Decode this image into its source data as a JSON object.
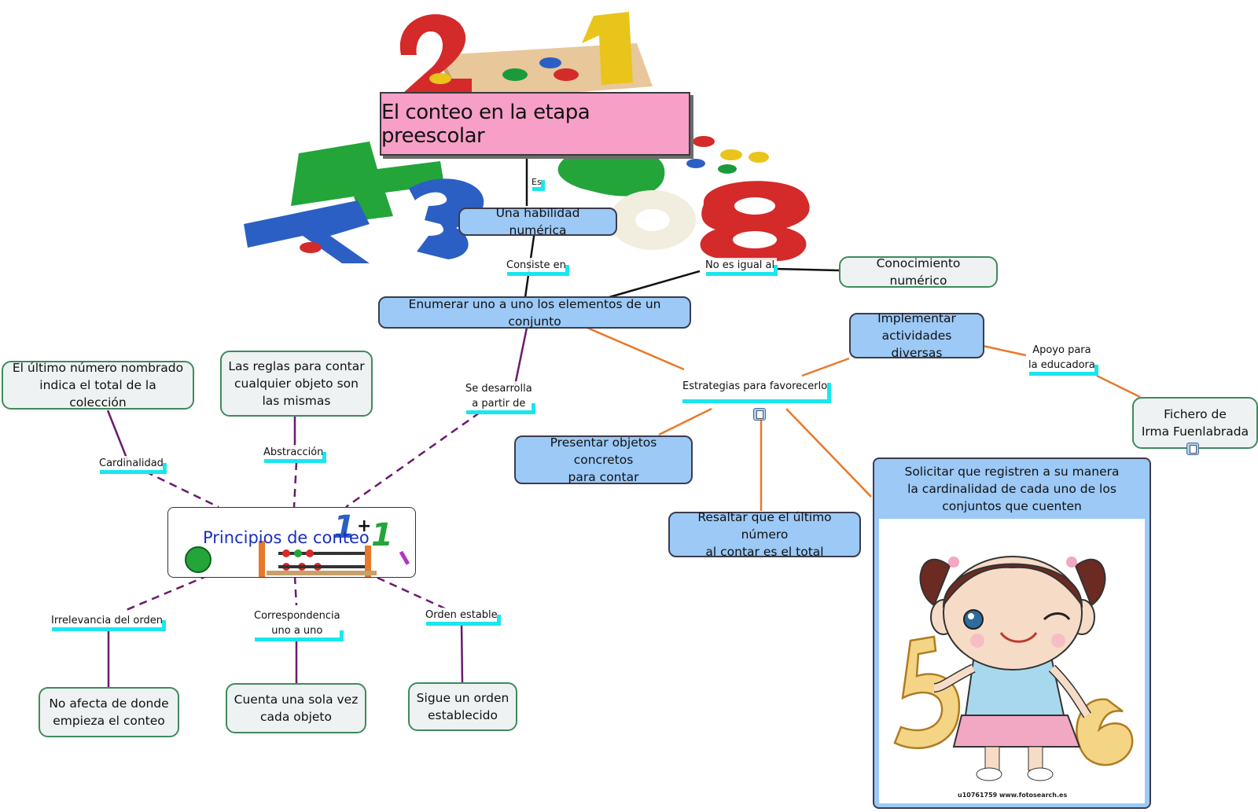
{
  "colors": {
    "title_bg": "#f79fc7",
    "blue_node": "#9cc9f6",
    "gray_node": "#eef2f2",
    "green_border": "#3f8a5d",
    "label_underline": "#19e6ee",
    "line_black": "#111111",
    "line_orange": "#e8782a",
    "line_purple": "#6a1a6e",
    "principios_text": "#1a2fbf"
  },
  "title": "El conteo en la etapa preescolar",
  "nodes": {
    "habilidad": "Una habilidad numérica",
    "conocimiento": "Conocimiento numérico",
    "enumerar": "Enumerar uno a uno los elementos de un conjunto",
    "implementar": "Implementar\nactividades diversas",
    "fichero": "Fichero de\nIrma Fuenlabrada",
    "ultimo_numero": "El último número nombrado\nindica el total de la colección",
    "reglas": "Las reglas para contar\ncualquier objeto son\nlas mismas",
    "presentar": "Presentar objetos concretos\npara contar",
    "resaltar": "Resaltar que el último número\nal contar es el total",
    "solicitar": "Solicitar que registren a su manera\nla cardinalidad de cada uno de los\nconjuntos que cuenten",
    "principios": "Principios de conteo",
    "no_afecta": "No afecta de donde\nempieza el conteo",
    "cuenta": "Cuenta una sola vez\ncada objeto",
    "sigue": "Sigue un orden\nestablecido"
  },
  "labels": {
    "es": "Es",
    "consiste": "Consiste en",
    "no_es_igual": "No es igual al",
    "apoyo": "Apoyo para\nla educadora",
    "estrategias": "Estrategias para favorecerlo",
    "se_desarrolla": "Se desarrolla\na partir de",
    "cardinalidad": "Cardinalidad",
    "abstraccion": "Abstracción",
    "irrelevancia": "Irrelevancia del orden",
    "correspondencia": "Correspondencia\nuno a uno",
    "orden_estable": "Orden estable"
  },
  "icons": {
    "numbers_picture": "colorful-wooden-numbers-image",
    "girl_picture": "cartoon-girl-holding-numbers-image",
    "abacus_picture": "abacus-apple-image",
    "attachment": "film-attachment-icon",
    "document": "document-attachment-icon"
  },
  "image_caption": "u10761759 www.fotosearch.es"
}
